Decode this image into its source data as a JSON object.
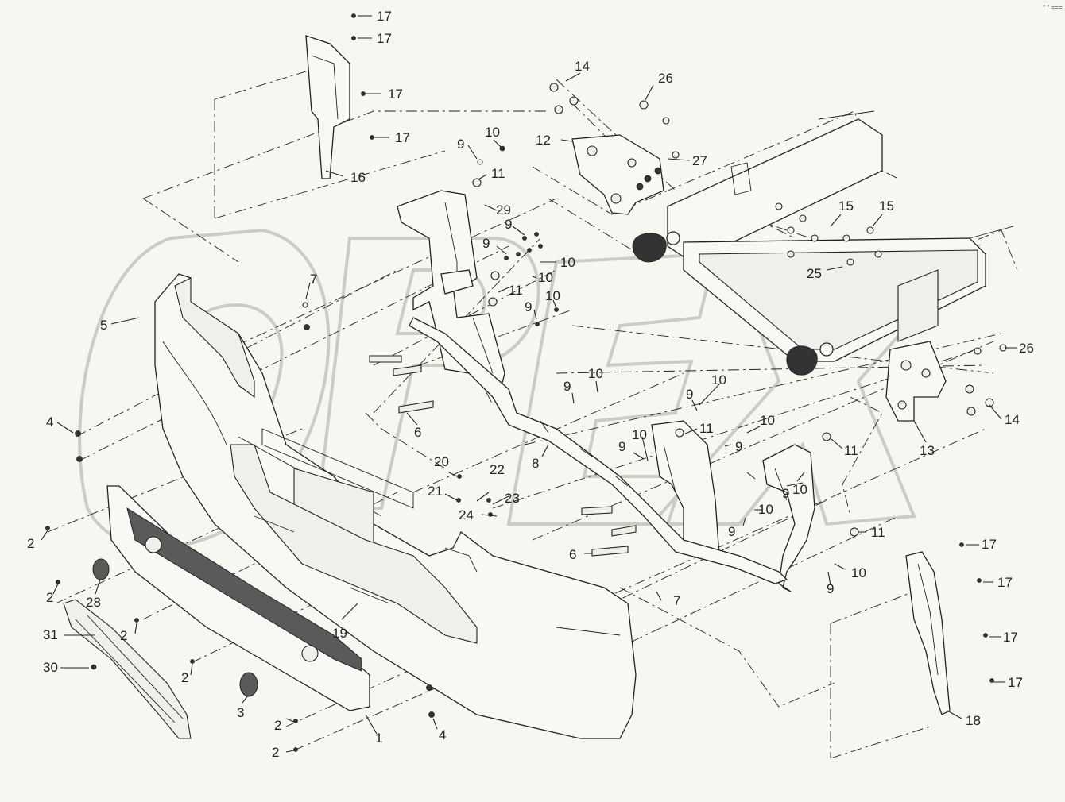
{
  "diagram": {
    "corner_mark": "° ° ===",
    "labels": [
      {
        "id": "l17a",
        "text": "17"
      },
      {
        "id": "l17b",
        "text": "17"
      },
      {
        "id": "l17c",
        "text": "17"
      },
      {
        "id": "l17d",
        "text": "17"
      },
      {
        "id": "l16",
        "text": "16"
      },
      {
        "id": "l14a",
        "text": "14"
      },
      {
        "id": "l26a",
        "text": "26"
      },
      {
        "id": "l12",
        "text": "12"
      },
      {
        "id": "l27",
        "text": "27"
      },
      {
        "id": "l10a",
        "text": "10"
      },
      {
        "id": "l9a",
        "text": "9"
      },
      {
        "id": "l11a",
        "text": "11"
      },
      {
        "id": "l29",
        "text": "29"
      },
      {
        "id": "l9b",
        "text": "9"
      },
      {
        "id": "l9c",
        "text": "9"
      },
      {
        "id": "l10b",
        "text": "10"
      },
      {
        "id": "l10c",
        "text": "10"
      },
      {
        "id": "l11b",
        "text": "11"
      },
      {
        "id": "l9d",
        "text": "9"
      },
      {
        "id": "l10d",
        "text": "10"
      },
      {
        "id": "l15a",
        "text": "15"
      },
      {
        "id": "l15b",
        "text": "15"
      },
      {
        "id": "l25",
        "text": "25"
      },
      {
        "id": "l7a",
        "text": "7"
      },
      {
        "id": "l5",
        "text": "5"
      },
      {
        "id": "l26b",
        "text": "26"
      },
      {
        "id": "l14b",
        "text": "14"
      },
      {
        "id": "l13",
        "text": "13"
      },
      {
        "id": "l4a",
        "text": "4"
      },
      {
        "id": "l6a",
        "text": "6"
      },
      {
        "id": "l10e",
        "text": "10"
      },
      {
        "id": "l9e",
        "text": "9"
      },
      {
        "id": "l10f",
        "text": "10"
      },
      {
        "id": "l9f",
        "text": "9"
      },
      {
        "id": "l11c",
        "text": "11"
      },
      {
        "id": "l10g",
        "text": "10"
      },
      {
        "id": "l9g",
        "text": "9"
      },
      {
        "id": "l11d",
        "text": "11"
      },
      {
        "id": "l10h",
        "text": "10"
      },
      {
        "id": "l9h",
        "text": "9"
      },
      {
        "id": "l8",
        "text": "8"
      },
      {
        "id": "l20",
        "text": "20"
      },
      {
        "id": "l22",
        "text": "22"
      },
      {
        "id": "l21",
        "text": "21"
      },
      {
        "id": "l23",
        "text": "23"
      },
      {
        "id": "l24",
        "text": "24"
      },
      {
        "id": "l10i",
        "text": "10"
      },
      {
        "id": "l9i",
        "text": "9"
      },
      {
        "id": "l10j",
        "text": "10"
      },
      {
        "id": "l9j",
        "text": "9"
      },
      {
        "id": "l11e",
        "text": "11"
      },
      {
        "id": "l10k",
        "text": "10"
      },
      {
        "id": "l9k",
        "text": "9"
      },
      {
        "id": "l6b",
        "text": "6"
      },
      {
        "id": "l7b",
        "text": "7"
      },
      {
        "id": "l2a",
        "text": "2"
      },
      {
        "id": "l2b",
        "text": "2"
      },
      {
        "id": "l28",
        "text": "28"
      },
      {
        "id": "l31",
        "text": "31"
      },
      {
        "id": "l2c",
        "text": "2"
      },
      {
        "id": "l19",
        "text": "19"
      },
      {
        "id": "l30",
        "text": "30"
      },
      {
        "id": "l2d",
        "text": "2"
      },
      {
        "id": "l3",
        "text": "3"
      },
      {
        "id": "l2e",
        "text": "2"
      },
      {
        "id": "l1",
        "text": "1"
      },
      {
        "id": "l2f",
        "text": "2"
      },
      {
        "id": "l4b",
        "text": "4"
      },
      {
        "id": "l17e",
        "text": "17"
      },
      {
        "id": "l17f",
        "text": "17"
      },
      {
        "id": "l17g",
        "text": "17"
      },
      {
        "id": "l17h",
        "text": "17"
      },
      {
        "id": "l18",
        "text": "18"
      }
    ]
  }
}
